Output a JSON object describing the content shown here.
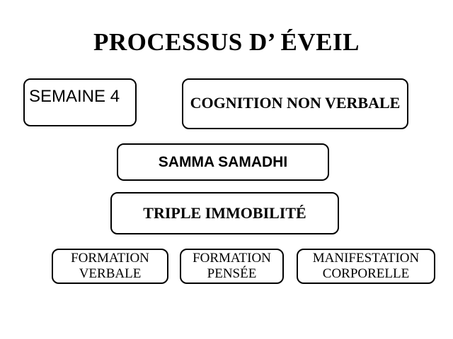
{
  "slide": {
    "background_color": "#ffffff",
    "text_color": "#000000",
    "border_color": "#000000",
    "title": "PROCESSUS D’ ÉVEIL",
    "nodes": {
      "semaine": "SEMAINE 4",
      "cognition": "COGNITION NON VERBALE",
      "samma": "SAMMA SAMADHI",
      "triple": "TRIPLE IMMOBILITÉ",
      "formation_verbale": "FORMATION VERBALE",
      "formation_pensee": "FORMATION PENSÉE",
      "manifestation_corporelle": "MANIFESTATION CORPORELLE"
    }
  }
}
